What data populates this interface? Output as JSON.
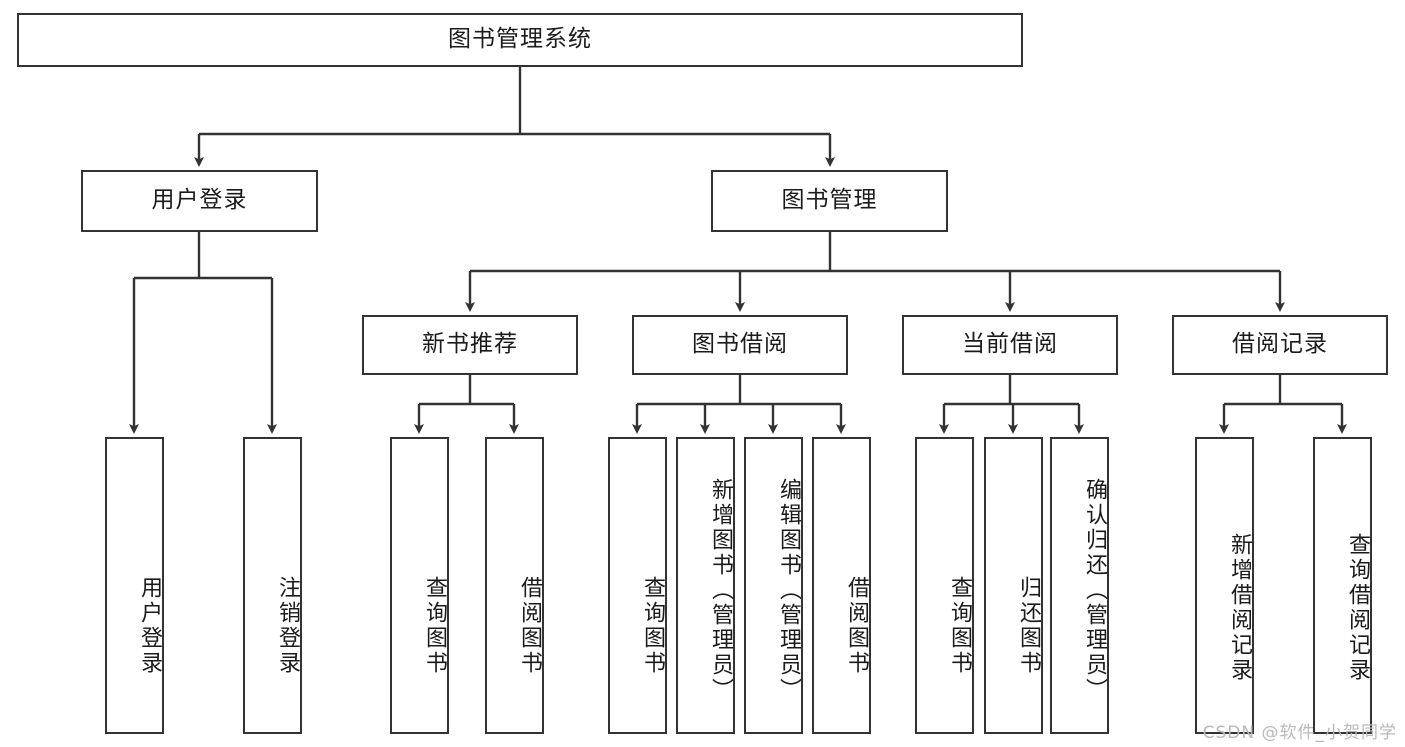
{
  "diagram": {
    "title": "图书管理系统",
    "type": "tree",
    "root": {
      "label": "图书管理系统"
    },
    "level2": [
      {
        "label": "用户登录"
      },
      {
        "label": "图书管理"
      }
    ],
    "level3": [
      {
        "label": "新书推荐"
      },
      {
        "label": "图书借阅"
      },
      {
        "label": "当前借阅"
      },
      {
        "label": "借阅记录"
      }
    ],
    "leaves": {
      "user_login": [
        {
          "label": "用户登录"
        },
        {
          "label": "注销登录"
        }
      ],
      "new_book_recommend": [
        {
          "label": "查询图书"
        },
        {
          "label": "借阅图书"
        }
      ],
      "book_borrow": [
        {
          "label": "查询图书"
        },
        {
          "label": "新增图书（管理员）"
        },
        {
          "label": "编辑图书（管理员）"
        },
        {
          "label": "借阅图书"
        }
      ],
      "current_borrow": [
        {
          "label": "查询图书"
        },
        {
          "label": "归还图书"
        },
        {
          "label": "确认归还（管理员）"
        }
      ],
      "borrow_record": [
        {
          "label": "新增借阅记录"
        },
        {
          "label": "查询借阅记录"
        }
      ]
    }
  },
  "watermark": {
    "text": "CSDN @软件_小贺同学"
  },
  "colors": {
    "border": "#333333",
    "text": "#1b1b1b",
    "background": "#ffffff",
    "watermark": "#b9b9b9"
  }
}
